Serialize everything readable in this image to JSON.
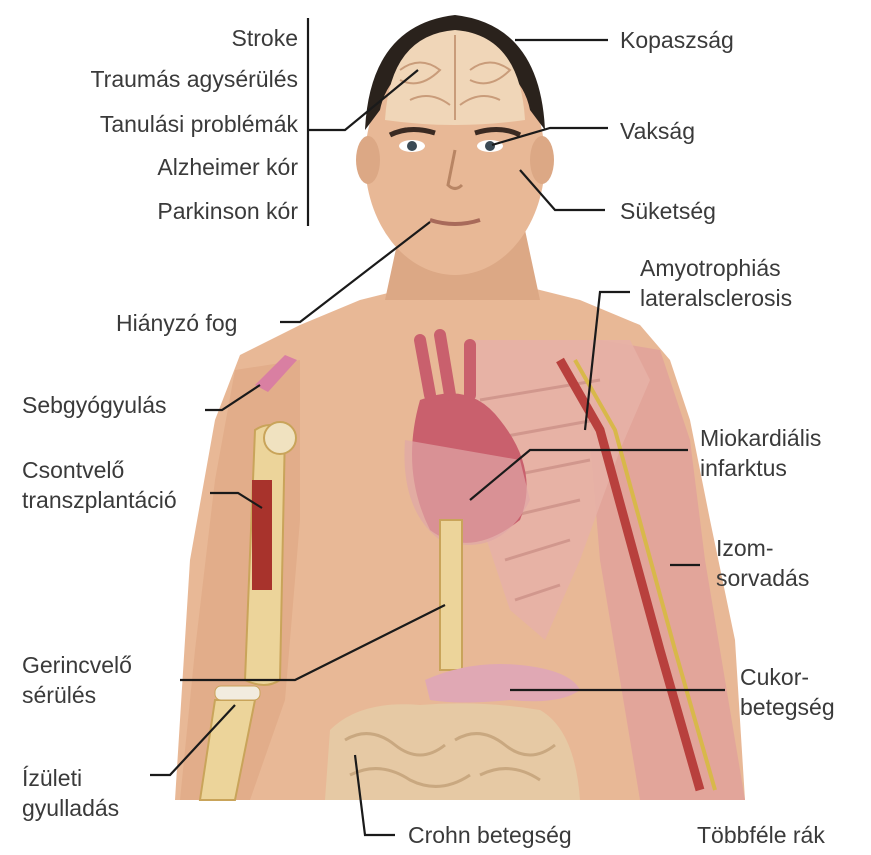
{
  "brain_conditions": [
    "Stroke",
    "Traumás agysérülés",
    "Tanulási problémák",
    "Alzheimer kór",
    "Parkinson kór"
  ],
  "labels": {
    "baldness": "Kopaszság",
    "blindness": "Vakság",
    "deafness": "Süketség",
    "missing_tooth": "Hiányzó fog",
    "als_line1": "Amyotrophiás",
    "als_line2": "lateralsclerosis",
    "wound_healing": "Sebgyógyulás",
    "bone_marrow_line1": "Csontvelő",
    "bone_marrow_line2": "transzplantáció",
    "myocardial_line1": "Miokardiális",
    "myocardial_line2": "infarktus",
    "muscle_line1": "Izom-",
    "muscle_line2": "sorvadás",
    "spinal_line1": "Gerincvelő",
    "spinal_line2": "sérülés",
    "diabetes_line1": "Cukor-",
    "diabetes_line2": "betegség",
    "arthritis_line1": "Ízületi",
    "arthritis_line2": "gyulladás",
    "crohn": "Crohn betegség",
    "cancers": "Többféle rák"
  },
  "colors": {
    "skin": "#e8b896",
    "skin_shadow": "#c98e6c",
    "hair": "#2a221c",
    "brain": "#f0d6b8",
    "heart": "#c9606d",
    "muscle": "#e2a59a",
    "bone": "#ecd49a",
    "marrow": "#a8332c",
    "nerve": "#d8b84a",
    "intestine": "#e6c9a4",
    "pancreas": "#e0a8b4",
    "leader_line": "#1a1a1a",
    "text": "#3a3a3a"
  }
}
